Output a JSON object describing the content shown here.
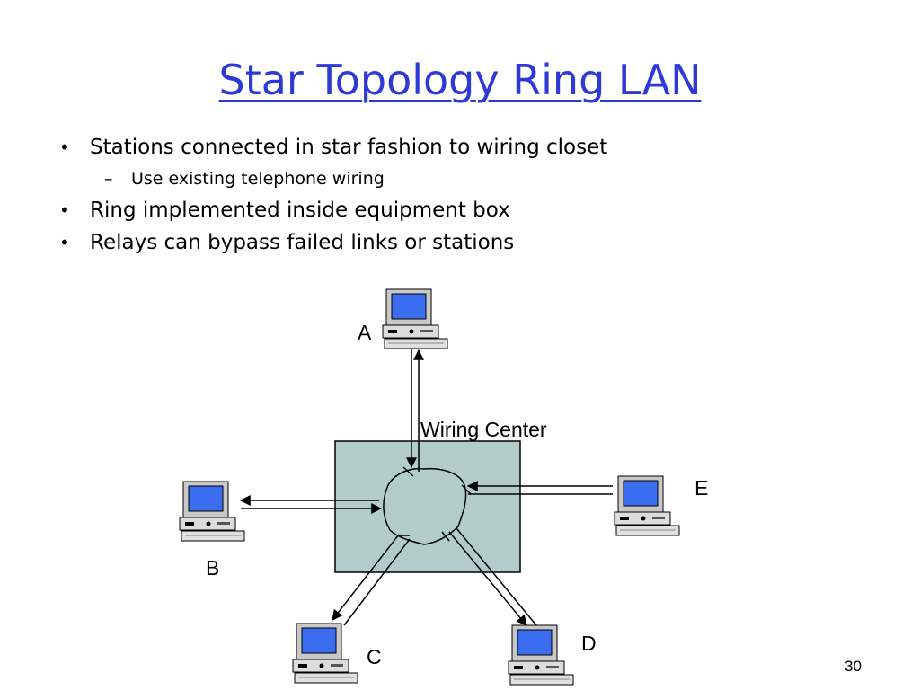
{
  "slide": {
    "title": "Star Topology Ring LAN",
    "bullets": [
      "Stations connected in star fashion to wiring closet",
      "Use existing telephone wiring",
      "Ring implemented inside equipment box",
      "Relays can bypass failed links or stations"
    ],
    "slide_number": "30"
  },
  "diagram": {
    "wiring_center_label": "Wiring Center",
    "stations": [
      "A",
      "B",
      "C",
      "D",
      "E"
    ],
    "box_color": "#b2cccb",
    "screen_color": "#3a6cf0"
  }
}
